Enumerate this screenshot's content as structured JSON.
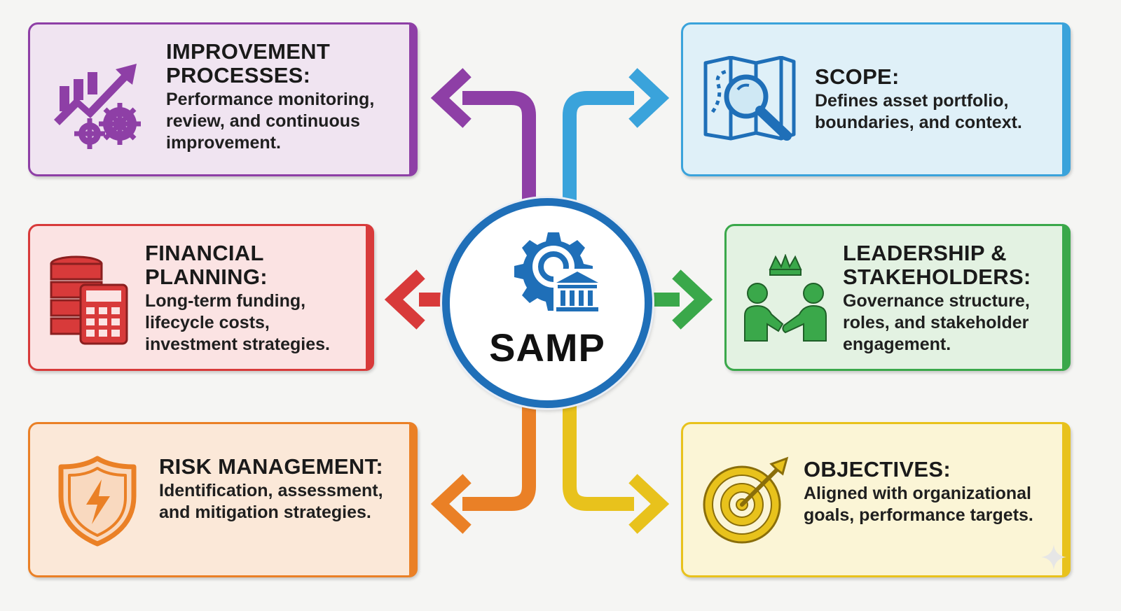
{
  "center": {
    "label": "SAMP",
    "icon": "gear-bank-icon",
    "color": "#1f6fb8"
  },
  "nodes": [
    {
      "id": "improvement",
      "title": "IMPROVEMENT PROCESSES:",
      "description": "Performance monitoring, review, and continuous improvement.",
      "icon": "chart-gears-icon",
      "color": "#8e3fa6",
      "fill": "#f0e4f1"
    },
    {
      "id": "scope",
      "title": "SCOPE:",
      "description": "Defines asset portfolio, boundaries, and context.",
      "icon": "map-magnifier-icon",
      "color": "#3aa3db",
      "fill": "#dff0f8"
    },
    {
      "id": "financial",
      "title": "FINANCIAL PLANNING:",
      "description": "Long-term funding, lifecycle costs, investment strategies.",
      "icon": "coins-calculator-icon",
      "color": "#d83a3a",
      "fill": "#fbe3e3"
    },
    {
      "id": "leadership",
      "title": "LEADERSHIP & STAKEHOLDERS:",
      "description": "Governance structure, roles, and stakeholder engagement.",
      "icon": "handshake-crown-icon",
      "color": "#3aa84a",
      "fill": "#e3f2e2"
    },
    {
      "id": "risk",
      "title": "RISK MANAGEMENT:",
      "description": "Identification, assessment, and mitigation strategies.",
      "icon": "shield-lightning-icon",
      "color": "#ea8026",
      "fill": "#fbe8d8"
    },
    {
      "id": "objectives",
      "title": "OBJECTIVES:",
      "description": "Aligned with organizational goals, performance targets.",
      "icon": "target-arrow-icon",
      "color": "#e8c21c",
      "fill": "#fbf5d6"
    }
  ]
}
